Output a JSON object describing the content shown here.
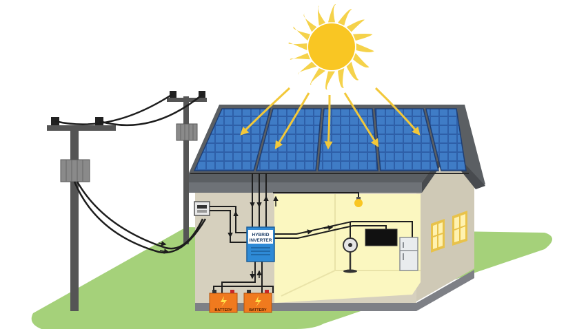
{
  "inverter": {
    "line1": "HYBRID",
    "line2": "INVERTER"
  },
  "batteries": [
    {
      "label": "BATTERY"
    },
    {
      "label": "BATTERY"
    }
  ],
  "colors": {
    "sun": "#F9C623",
    "sun_rays": "#F5D24A",
    "panel": "#2E5FA8",
    "panel_cell": "#3F7CC6",
    "roof": "#5B5F63",
    "wall": "#D6D0BE",
    "interior": "#FBF7C0",
    "grass": "#A5D17A",
    "battery": "#F07A1E",
    "inverter": "#2E8AD6"
  }
}
